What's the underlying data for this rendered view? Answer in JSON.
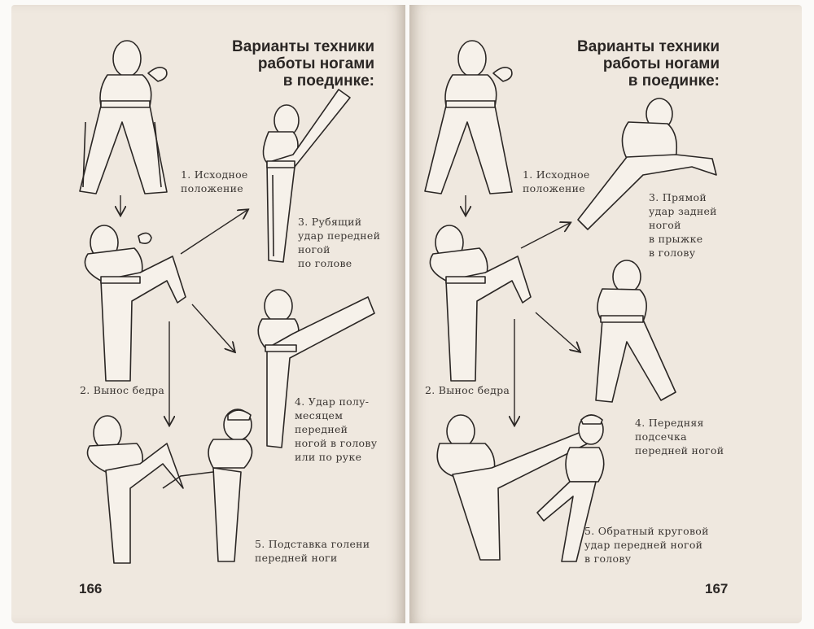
{
  "left_page": {
    "title": [
      "Варианты техники",
      "работы ногами",
      "в поединке:"
    ],
    "captions": {
      "step1": [
        "1. Исходное",
        "положение"
      ],
      "step2": [
        "2. Вынос бедра"
      ],
      "step3": [
        "3. Рубящий",
        "удар передней",
        "ногой",
        "по голове"
      ],
      "step4": [
        "4. Удар полу-",
        "месяцем",
        "передней",
        "ногой в голову",
        "или по руке"
      ],
      "step5": [
        "5. Подставка голени",
        "передней ноги"
      ]
    },
    "page_number": "166"
  },
  "right_page": {
    "title": [
      "Варианты техники",
      "работы ногами",
      "в поединке:"
    ],
    "captions": {
      "step1": [
        "1. Исходное",
        "положение"
      ],
      "step2": [
        "2. Вынос бедра"
      ],
      "step3": [
        "3. Прямой",
        "удар задней",
        "ногой",
        "в прыжке",
        "в голову"
      ],
      "step4": [
        "4. Передняя",
        "подсечка",
        "передней ногой"
      ],
      "step5": [
        "5. Обратный круговой",
        "удар передней ногой",
        "в голову"
      ]
    },
    "page_number": "167"
  }
}
